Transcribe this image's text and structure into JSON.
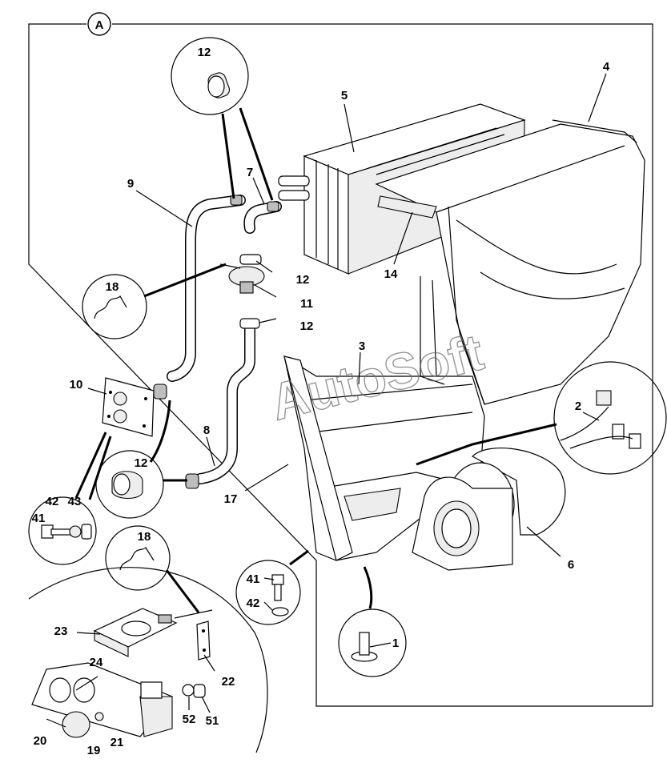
{
  "diagram": {
    "view_label": "A",
    "watermark": "AutoSoft",
    "callouts": {
      "c1": "1",
      "c2": "2",
      "c3": "3",
      "c4": "4",
      "c5": "5",
      "c6": "6",
      "c7": "7",
      "c8": "8",
      "c9": "9",
      "c10": "10",
      "c11": "11",
      "c12a": "12",
      "c12b": "12",
      "c12c": "12",
      "c12d": "12",
      "c14": "14",
      "c17": "17",
      "c18a": "18",
      "c18b": "18",
      "c19": "19",
      "c20": "20",
      "c21": "21",
      "c22": "22",
      "c23": "23",
      "c24": "24",
      "c41a": "41",
      "c41b": "41",
      "c42a": "42",
      "c42b": "42",
      "c43": "43",
      "c51": "51",
      "c52": "52"
    }
  }
}
